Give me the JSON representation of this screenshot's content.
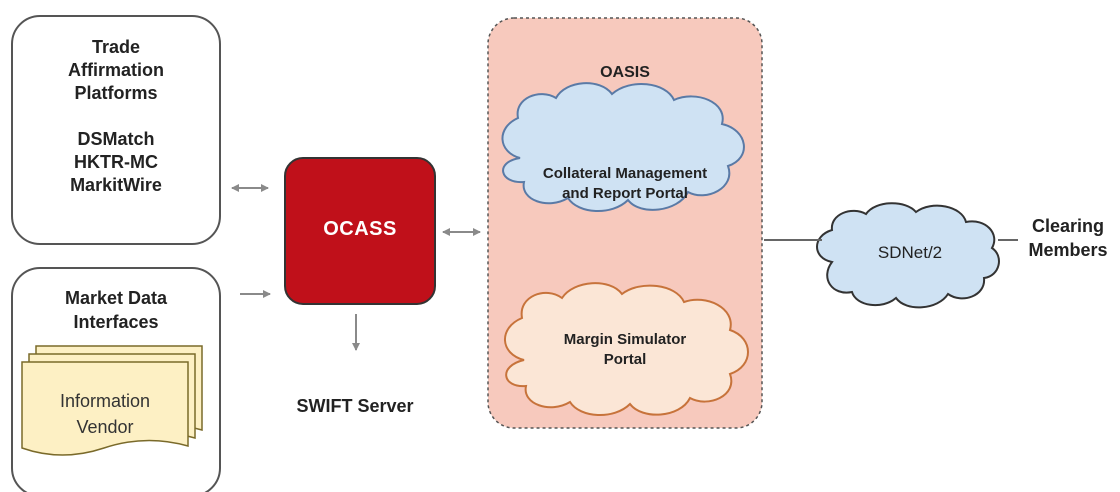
{
  "trade_affirmation": {
    "title_lines": [
      "Trade",
      "Affirmation",
      "Platforms"
    ],
    "platform_lines": [
      "DSMatch",
      "HKTR-MC",
      "MarkitWire"
    ]
  },
  "market_data": {
    "title_lines": [
      "Market Data",
      "Interfaces"
    ],
    "vendor_lines": [
      "Information",
      "Vendor"
    ]
  },
  "ocass": {
    "label": "OCASS"
  },
  "swift": {
    "label": "SWIFT Server"
  },
  "oasis": {
    "title": "OASIS",
    "collateral_lines": [
      "Collateral Management",
      "and Report Portal"
    ],
    "margin_lines": [
      "Margin Simulator",
      "Portal"
    ]
  },
  "sdnet": {
    "label": "SDNet/2"
  },
  "clearing": {
    "lines": [
      "Clearing",
      "Members"
    ]
  },
  "colors": {
    "ocass_fill": "#c0101a",
    "oasis_fill": "#f7c9bd",
    "cloud_blue": "#cfe2f3",
    "cloud_orange": "#fbe6d6",
    "doc_fill": "#fdf0c4",
    "arrow": "#8a8a8a"
  }
}
